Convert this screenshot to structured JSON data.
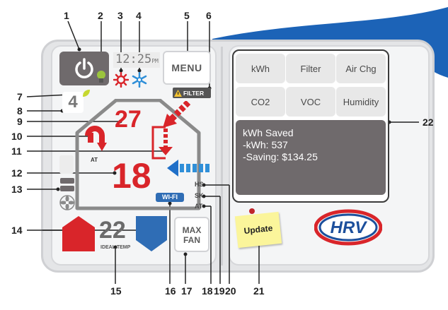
{
  "callouts": [
    "1",
    "2",
    "3",
    "4",
    "5",
    "6",
    "7",
    "8",
    "9",
    "10",
    "11",
    "12",
    "13",
    "14",
    "15",
    "16",
    "17",
    "18",
    "19",
    "20",
    "21",
    "22"
  ],
  "control": {
    "clock_time": "12:25",
    "clock_ampm": "PM",
    "menu_label": "MENU",
    "filter_label": "FILTER",
    "fan_mode_value": "4",
    "roof_temp": "27",
    "indoor_temp": "18",
    "at_label": "AT",
    "wifi_label": "WI-FI",
    "hs_label": "HS",
    "sk_label": "SK",
    "at_side_label": "AT",
    "ideal_temp_value": "22",
    "ideal_temp_label": "IDEAL TEMP",
    "max_fan_label": "MAX\nFAN"
  },
  "display": {
    "buttons": [
      "kWh",
      "Filter",
      "Air Chg",
      "CO2",
      "VOC",
      "Humidity"
    ],
    "screen_lines": [
      "kWh Saved",
      "-kWh: 537",
      "-Saving: $134.25"
    ]
  },
  "update_note": "Update",
  "brand": "HRV",
  "colors": {
    "accent_red": "#d9252a",
    "accent_blue": "#2f6db5",
    "panel_dark": "#6f6a6c",
    "wave_blue": "#1c63b7"
  }
}
